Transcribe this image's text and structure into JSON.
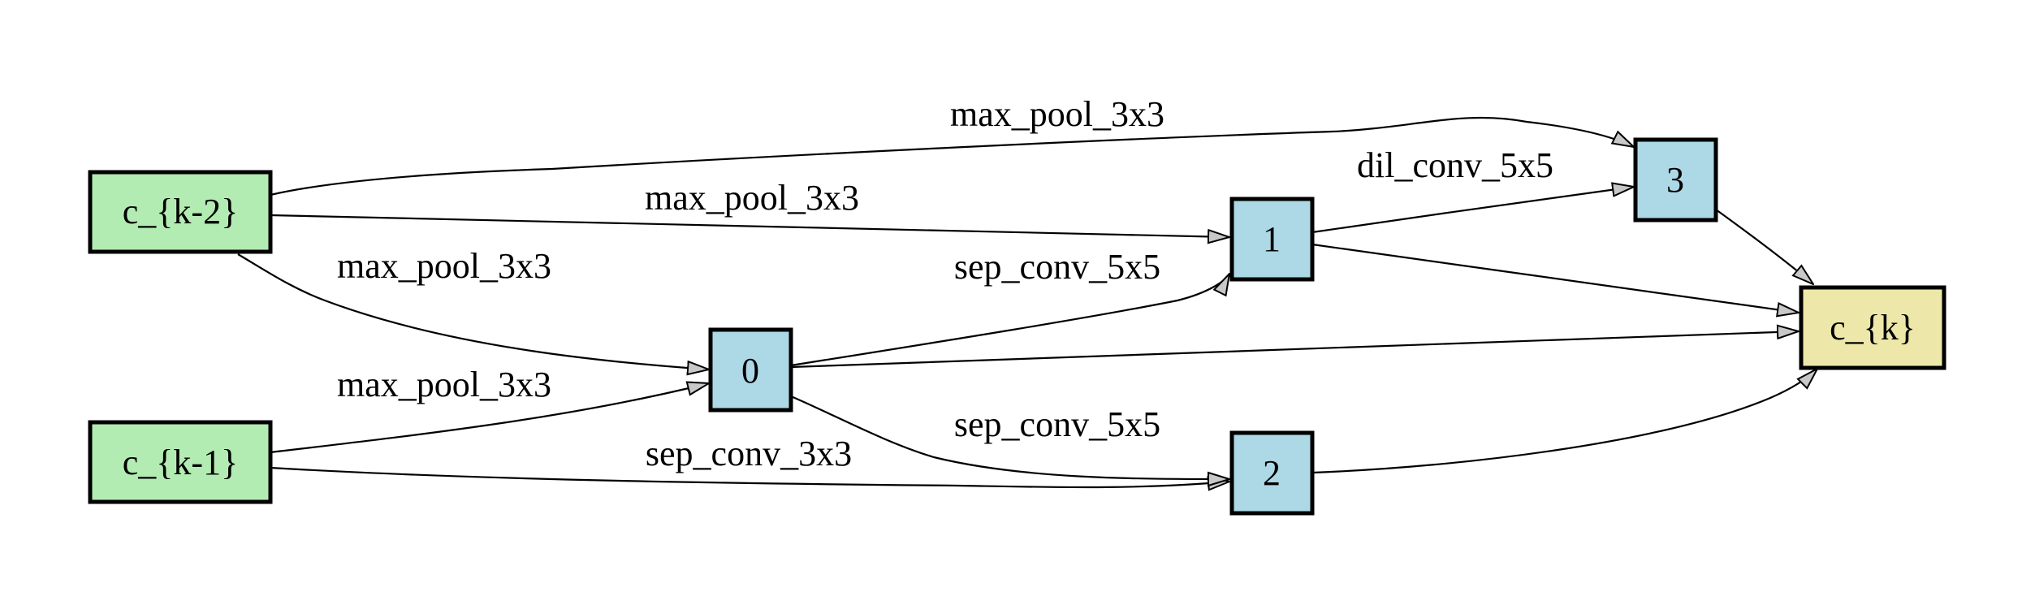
{
  "colors": {
    "input_fill": "#b3ecb3",
    "intermediate_fill": "#add8e6",
    "output_fill": "#ede8a9",
    "stroke": "#000000",
    "arrowhead_fill": "#c8c8c8"
  },
  "nodes": {
    "ck2": {
      "label": "c_{k-2}"
    },
    "ck1": {
      "label": "c_{k-1}"
    },
    "n0": {
      "label": "0"
    },
    "n1": {
      "label": "1"
    },
    "n2": {
      "label": "2"
    },
    "n3": {
      "label": "3"
    },
    "ck": {
      "label": "c_{k}"
    }
  },
  "edges": [
    {
      "from": "c_{k-2}",
      "to": "3",
      "label": "max_pool_3x3"
    },
    {
      "from": "c_{k-2}",
      "to": "1",
      "label": "max_pool_3x3"
    },
    {
      "from": "c_{k-2}",
      "to": "0",
      "label": "max_pool_3x3"
    },
    {
      "from": "c_{k-1}",
      "to": "0",
      "label": "max_pool_3x3"
    },
    {
      "from": "c_{k-1}",
      "to": "2",
      "label": "sep_conv_3x3"
    },
    {
      "from": "0",
      "to": "1",
      "label": "sep_conv_5x5"
    },
    {
      "from": "0",
      "to": "2",
      "label": "sep_conv_5x5"
    },
    {
      "from": "1",
      "to": "3",
      "label": "dil_conv_5x5"
    },
    {
      "from": "0",
      "to": "c_{k}",
      "label": ""
    },
    {
      "from": "1",
      "to": "c_{k}",
      "label": ""
    },
    {
      "from": "2",
      "to": "c_{k}",
      "label": ""
    },
    {
      "from": "3",
      "to": "c_{k}",
      "label": ""
    }
  ]
}
